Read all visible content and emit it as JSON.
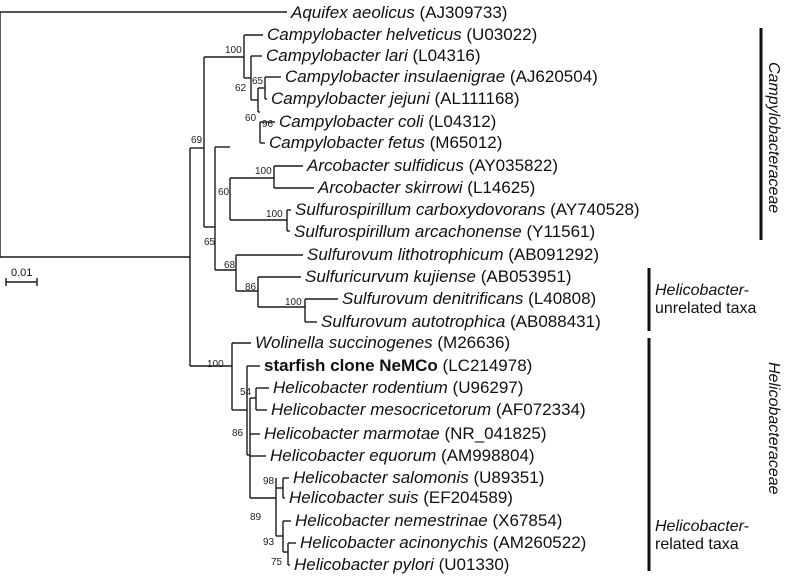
{
  "taxa": [
    {
      "name": "Aquifex aeolicus",
      "acc": "(AJ309733)",
      "bold": false
    },
    {
      "name": "Campylobacter helveticus",
      "acc": "(U03022)",
      "bold": false
    },
    {
      "name": "Campylobacter lari",
      "acc": "(L04316)",
      "bold": false
    },
    {
      "name": "Campylobacter insulaenigrae",
      "acc": "(AJ620504)",
      "bold": false
    },
    {
      "name": "Campylobacter jejuni",
      "acc": "(AL111168)",
      "bold": false
    },
    {
      "name": "Campylobacter coli",
      "acc": "(L04312)",
      "bold": false
    },
    {
      "name": "Campylobacter fetus",
      "acc": "(M65012)",
      "bold": false
    },
    {
      "name": "Arcobacter sulfidicus",
      "acc": "(AY035822)",
      "bold": false
    },
    {
      "name": "Arcobacter skirrowi",
      "acc": "(L14625)",
      "bold": false
    },
    {
      "name": "Sulfurospirillum carboxydovorans",
      "acc": "(AY740528)",
      "bold": false
    },
    {
      "name": "Sulfurospirillum arcachonense",
      "acc": "(Y11561)",
      "bold": false
    },
    {
      "name": "Sulfurovum lithotrophicum",
      "acc": "(AB091292)",
      "bold": false
    },
    {
      "name": "Sulfuricurvum kujiense",
      "acc": "(AB053951)",
      "bold": false
    },
    {
      "name": "Sulfurovum denitrificans",
      "acc": "(L40808)",
      "bold": false
    },
    {
      "name": "Sulfurovum autotrophica",
      "acc": "(AB088431)",
      "bold": false
    },
    {
      "name": "Wolinella succinogenes",
      "acc": "(M26636)",
      "bold": false
    },
    {
      "name": "starfish clone NeMCo",
      "acc": "(LC214978)",
      "bold": true
    },
    {
      "name": "Helicobacter rodentium",
      "acc": "(U96297)",
      "bold": false
    },
    {
      "name": "Helicobacter mesocricetorum",
      "acc": "(AF072334)",
      "bold": false
    },
    {
      "name": "Helicobacter marmotae",
      "acc": "(NR_041825)",
      "bold": false
    },
    {
      "name": "Helicobacter equorum",
      "acc": "(AM998804)",
      "bold": false
    },
    {
      "name": "Helicobacter salomonis",
      "acc": "(U89351)",
      "bold": false
    },
    {
      "name": "Helicobacter suis",
      "acc": "(EF204589)",
      "bold": false
    },
    {
      "name": "Helicobacter nemestrinae",
      "acc": "(X67854)",
      "bold": false
    },
    {
      "name": "Helicobacter acinonychis",
      "acc": "(AM260522)",
      "bold": false
    },
    {
      "name": "Helicobacter pylori",
      "acc": "(U01330)",
      "bold": false
    }
  ],
  "bootstrap_values": [
    "100",
    "62",
    "65",
    "60",
    "96",
    "69",
    "100",
    "60",
    "100",
    "65",
    "68",
    "86",
    "100",
    "100",
    "54",
    "86",
    "98",
    "89",
    "93",
    "75"
  ],
  "scale_bar": "0.01",
  "groups": {
    "family_campylobacteraceae": "Campylobacteraceae",
    "family_helicobacteraceae": "Helicobacteraceae",
    "unrelated_line1": "Helicobacter-",
    "unrelated_line2": "unrelated taxa",
    "related_line1": "Helicobacter-",
    "related_line2": "related taxa"
  }
}
